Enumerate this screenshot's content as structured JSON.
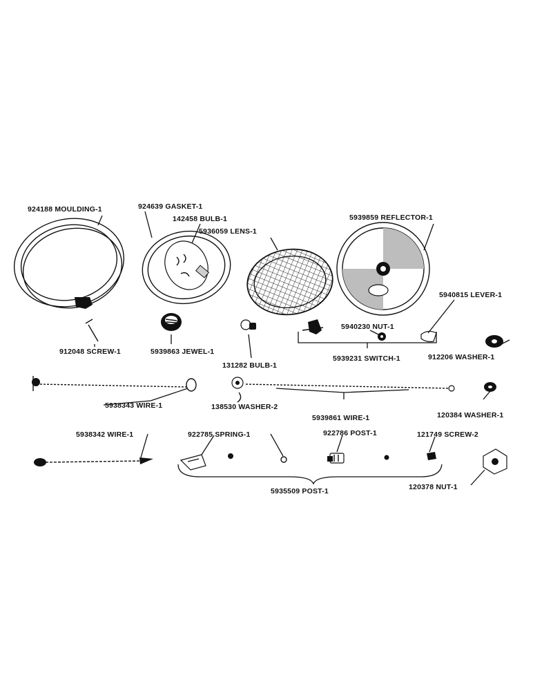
{
  "parts": {
    "moulding": "924188 MOULDING-1",
    "gasket": "924639 GASKET-1",
    "bulb_142458": "142458 BULB-1",
    "lens": "5936059 LENS-1",
    "reflector": "5939859 REFLECTOR-1",
    "lever": "5940815 LEVER-1",
    "nut_5940230": "5940230 NUT-1",
    "screw_912048": "912048 SCREW-1",
    "jewel": "5939863 JEWEL-1",
    "bulb_131282": "131282 BULB-1",
    "switch": "5939231 SWITCH-1",
    "washer_912206": "912206 WASHER-1",
    "wire_5938343": "5938343 WIRE-1",
    "washer_138530": "138530 WASHER-2",
    "wire_5939861": "5939861 WIRE-1",
    "washer_120384": "120384 WASHER-1",
    "wire_5938342": "5938342 WIRE-1",
    "spring": "922785 SPRING-1",
    "post_922786": "922786 POST-1",
    "screw_121749": "121749 SCREW-2",
    "post_5935509": "5935509 POST-1",
    "nut_120378": "120378 NUT-1"
  },
  "colors": {
    "ink": "#111111",
    "paper": "#ffffff"
  }
}
